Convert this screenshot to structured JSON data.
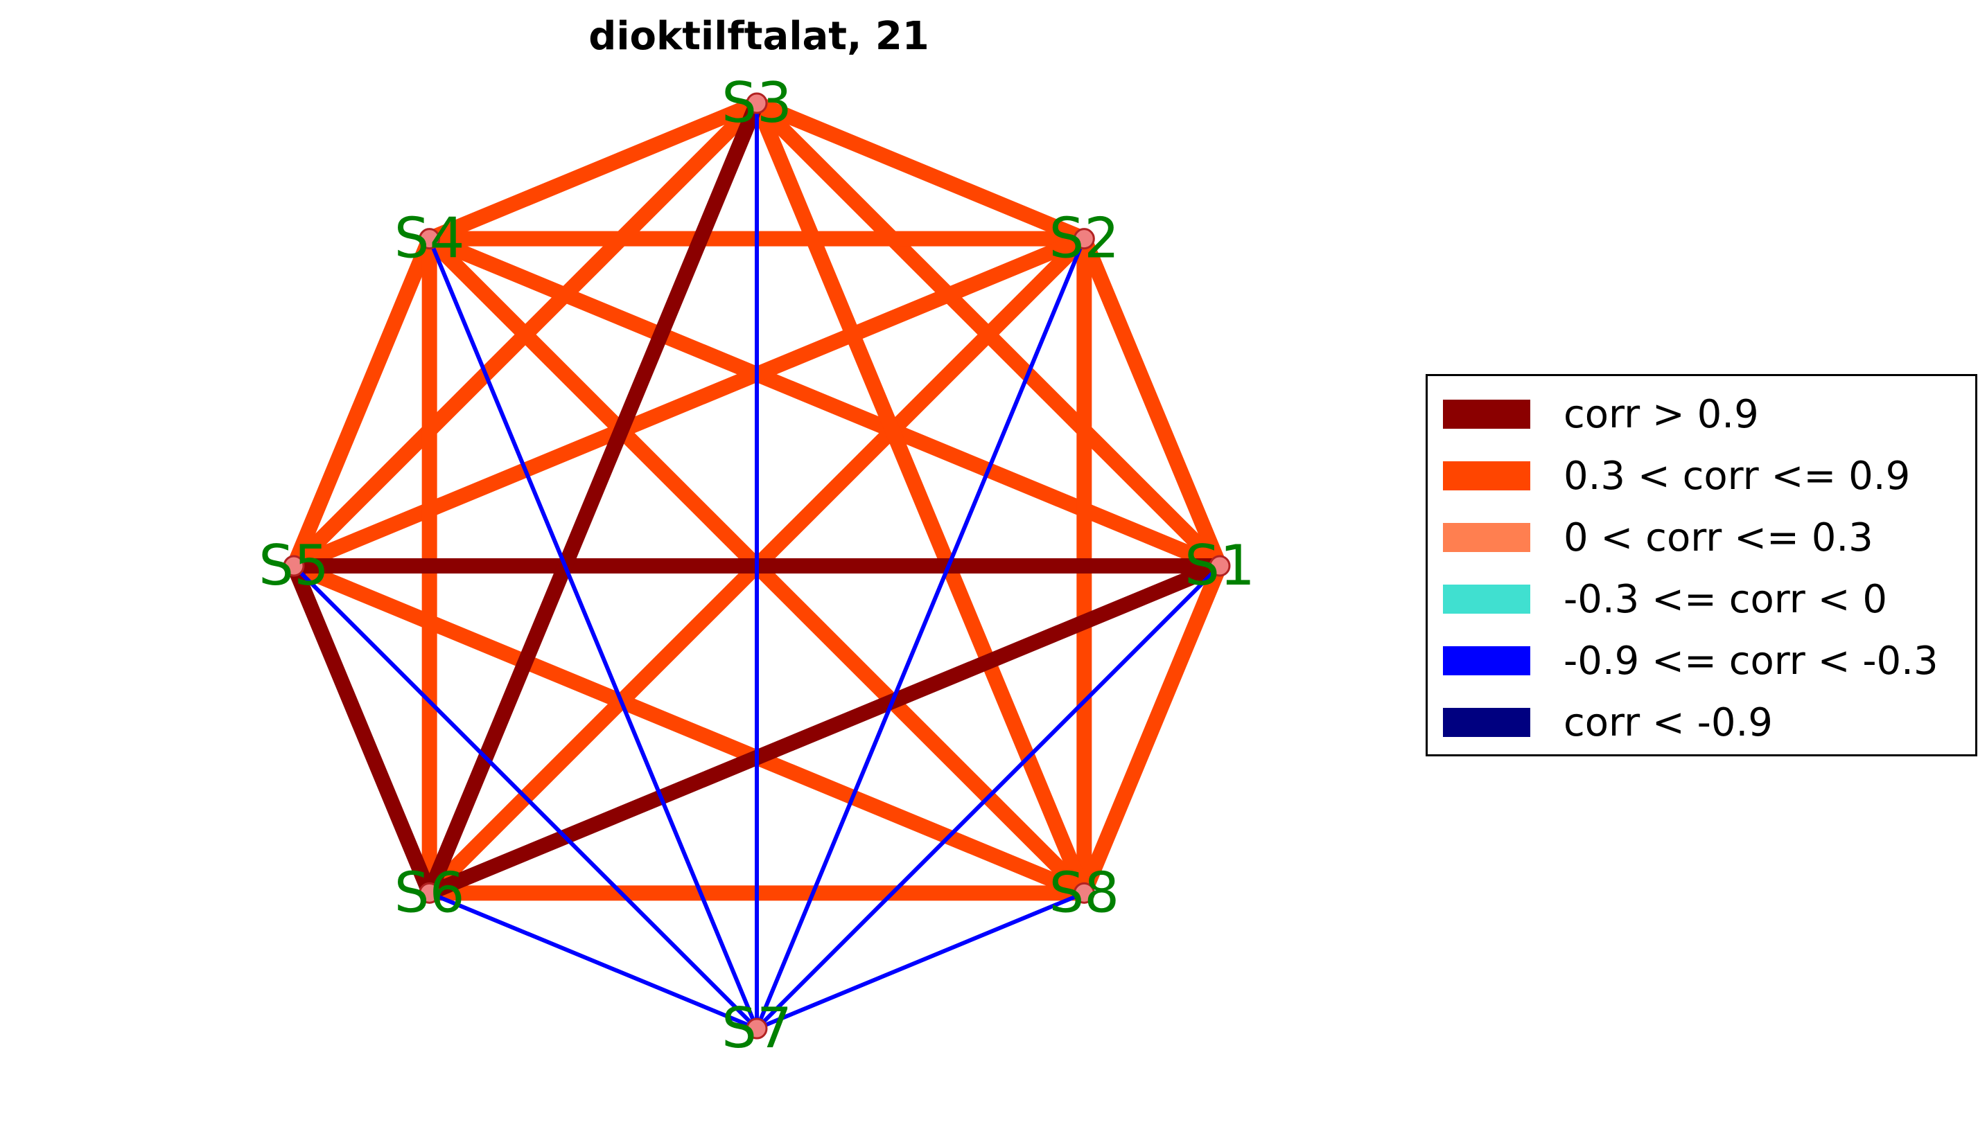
{
  "title": "dioktilftalat, 21",
  "chart_data": {
    "type": "network",
    "nodes": [
      "S1",
      "S2",
      "S3",
      "S4",
      "S5",
      "S6",
      "S7",
      "S8"
    ],
    "edges": [
      {
        "source": "S1",
        "target": "S2",
        "category": "0.3 < corr <= 0.9"
      },
      {
        "source": "S1",
        "target": "S3",
        "category": "0.3 < corr <= 0.9"
      },
      {
        "source": "S1",
        "target": "S4",
        "category": "0.3 < corr <= 0.9"
      },
      {
        "source": "S1",
        "target": "S5",
        "category": "corr > 0.9"
      },
      {
        "source": "S1",
        "target": "S6",
        "category": "corr > 0.9"
      },
      {
        "source": "S1",
        "target": "S7",
        "category": "-0.9 <= corr < -0.3"
      },
      {
        "source": "S1",
        "target": "S8",
        "category": "0.3 < corr <= 0.9"
      },
      {
        "source": "S2",
        "target": "S3",
        "category": "0.3 < corr <= 0.9"
      },
      {
        "source": "S2",
        "target": "S4",
        "category": "0.3 < corr <= 0.9"
      },
      {
        "source": "S2",
        "target": "S5",
        "category": "0.3 < corr <= 0.9"
      },
      {
        "source": "S2",
        "target": "S6",
        "category": "0.3 < corr <= 0.9"
      },
      {
        "source": "S2",
        "target": "S7",
        "category": "-0.9 <= corr < -0.3"
      },
      {
        "source": "S2",
        "target": "S8",
        "category": "0.3 < corr <= 0.9"
      },
      {
        "source": "S3",
        "target": "S4",
        "category": "0.3 < corr <= 0.9"
      },
      {
        "source": "S3",
        "target": "S5",
        "category": "0.3 < corr <= 0.9"
      },
      {
        "source": "S3",
        "target": "S6",
        "category": "corr > 0.9"
      },
      {
        "source": "S3",
        "target": "S7",
        "category": "-0.9 <= corr < -0.3"
      },
      {
        "source": "S3",
        "target": "S8",
        "category": "0.3 < corr <= 0.9"
      },
      {
        "source": "S4",
        "target": "S5",
        "category": "0.3 < corr <= 0.9"
      },
      {
        "source": "S4",
        "target": "S6",
        "category": "0.3 < corr <= 0.9"
      },
      {
        "source": "S4",
        "target": "S7",
        "category": "-0.9 <= corr < -0.3"
      },
      {
        "source": "S4",
        "target": "S8",
        "category": "0.3 < corr <= 0.9"
      },
      {
        "source": "S5",
        "target": "S6",
        "category": "corr > 0.9"
      },
      {
        "source": "S5",
        "target": "S7",
        "category": "-0.9 <= corr < -0.3"
      },
      {
        "source": "S5",
        "target": "S8",
        "category": "0.3 < corr <= 0.9"
      },
      {
        "source": "S6",
        "target": "S7",
        "category": "-0.9 <= corr < -0.3"
      },
      {
        "source": "S6",
        "target": "S8",
        "category": "0.3 < corr <= 0.9"
      },
      {
        "source": "S7",
        "target": "S8",
        "category": "-0.9 <= corr < -0.3"
      }
    ],
    "legend": [
      {
        "label": "corr > 0.9",
        "color": "#8b0000"
      },
      {
        "label": "0.3 < corr <= 0.9",
        "color": "#ff4500"
      },
      {
        "label": "0 < corr <= 0.3",
        "color": "#ff7f50"
      },
      {
        "label": "-0.3 <= corr < 0",
        "color": "#40e0d0"
      },
      {
        "label": "-0.9 <= corr < -0.3",
        "color": "#0000ff"
      },
      {
        "label": "corr < -0.9",
        "color": "#000080"
      }
    ],
    "node_label_color": "#008000",
    "node_color": "#f08080"
  }
}
